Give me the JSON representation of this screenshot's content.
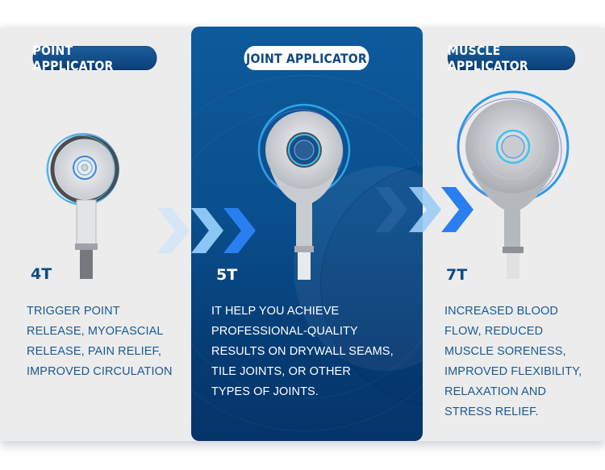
{
  "columns": [
    {
      "title": "POINT APPLICATOR",
      "size": "4T",
      "description": [
        "TRIGGER POINT",
        "RELEASE,  MYOFASCIAL",
        "RELEASE,  PAIN RELIEF,",
        "IMPROVED CIRCULATION"
      ]
    },
    {
      "title": "JOINT APPLICATOR",
      "size": "5T",
      "description": [
        "IT HELP YOU ACHIEVE",
        "PROFESSIONAL-QUALITY",
        "RESULTS ON DRYWALL SEAMS,",
        "TILE JOINTS, OR OTHER",
        "TYPES OF JOINTS."
      ]
    },
    {
      "title": "MUSCLE APPLICATOR",
      "size": "7T",
      "description": [
        "INCREASED BLOOD",
        "FLOW, REDUCED",
        "MUSCLE SORENESS,",
        "IMPROVED FLEXIBILITY,",
        "RELAXATION AND",
        "STRESS RELIEF."
      ]
    }
  ],
  "icons": {
    "chevrons_1": "double-chevron-right-icon",
    "chevrons_2": "double-chevron-right-icon"
  },
  "colors": {
    "panel_bg": "#ececec",
    "card_blue": "#0a4f8e",
    "text_blue": "#1a5a92",
    "accent_chevron": "#2a7ff0"
  }
}
